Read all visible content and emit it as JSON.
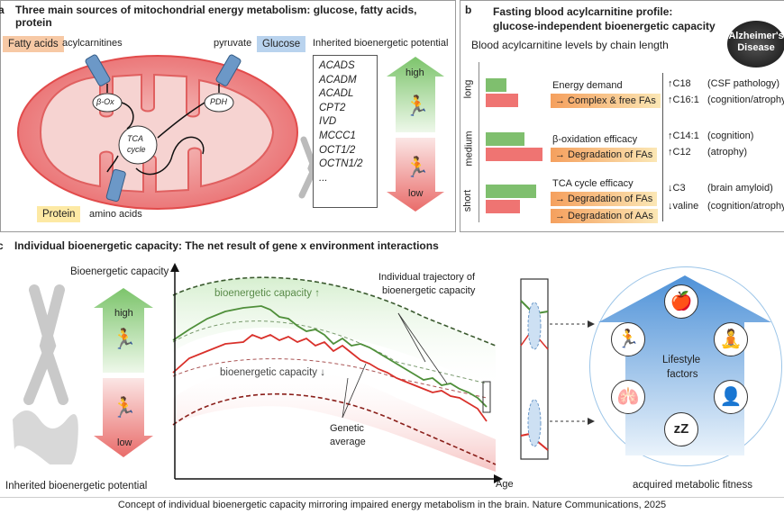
{
  "panel_a": {
    "letter": "a",
    "title": "Three main sources of mitochondrial energy metabolism: glucose, fatty acids, protein",
    "fatty_acids": "Fatty acids",
    "acylcarnitines": "acylcarnitines",
    "pyruvate": "pyruvate",
    "glucose": "Glucose",
    "protein": "Protein",
    "amino_acids": "amino acids",
    "beta_ox": "β-Ox",
    "pdh": "PDH",
    "tca_1": "TCA",
    "tca_2": "cycle",
    "inherited_title": "Inherited bioenergetic potential",
    "genes": [
      "ACADS",
      "ACADM",
      "ACADL",
      "CPT2",
      "IVD",
      "MCCC1",
      "OCT1/2",
      "OCTN1/2",
      "..."
    ],
    "high": "high",
    "low": "low"
  },
  "panel_b": {
    "letter": "b",
    "title_1": "Fasting blood acylcarnitine profile:",
    "title_2": "glucose-independent bioenergetic capacity",
    "subtitle": "Blood acylcarnitine levels by chain length",
    "badge_1": "Alzheimer's",
    "badge_2": "Disease",
    "rows": [
      {
        "label": "long",
        "green": 0.35,
        "red": 0.55
      },
      {
        "label": "medium",
        "green": 0.65,
        "red": 0.95
      },
      {
        "label": "short",
        "green": 0.85,
        "red": 0.58
      }
    ],
    "energy_demand": "Energy demand",
    "complex_free": "→ Complex & free FAs",
    "beta_efficacy": "β-oxidation efficacy",
    "degradation_fas": "→ Degradation of FAs",
    "tca_efficacy": "TCA cycle efficacy",
    "degradation_fas_2": "→ Degradation of FAs",
    "degradation_aas": "→ Degradation of AAs",
    "markers": [
      {
        "sym": "↑C18",
        "note": "(CSF pathology)"
      },
      {
        "sym": "↑C16:1",
        "note": "(cognition/atrophy)"
      },
      {
        "sym": "↑C14:1",
        "note": "(cognition)"
      },
      {
        "sym": "↑C12",
        "note": "(atrophy)"
      },
      {
        "sym": "↓C3",
        "note": "(brain amyloid)"
      },
      {
        "sym": "↓valine",
        "note": "(cognition/atrophy)"
      }
    ]
  },
  "panel_c": {
    "letter": "c",
    "title": "Individual bioenergetic capacity: The net result of gene x environment interactions",
    "y_axis": "Bioenergetic capacity",
    "x_axis": "Age",
    "high": "high",
    "low": "low",
    "cap_up": "bioenergetic capacity ↑",
    "cap_down": "bioenergetic capacity ↓",
    "traj_1": "Individual trajectory of",
    "traj_2": "bioenergetic capacity",
    "genetic_1": "Genetic",
    "genetic_2": "average",
    "inherited": "Inherited bioenergetic potential",
    "lifestyle_1": "Lifestyle",
    "lifestyle_2": "factors",
    "acquired": "acquired metabolic fitness"
  },
  "caption": "Concept of individual bioenergetic capacity mirroring impaired energy metabolism in the brain. Nature Communications, 2025",
  "colors": {
    "green": "#4f8f3a",
    "red": "#d9302a",
    "orange": "#f7c9a5",
    "blue": "#b9d3ee",
    "yellow": "#fde9a4"
  }
}
